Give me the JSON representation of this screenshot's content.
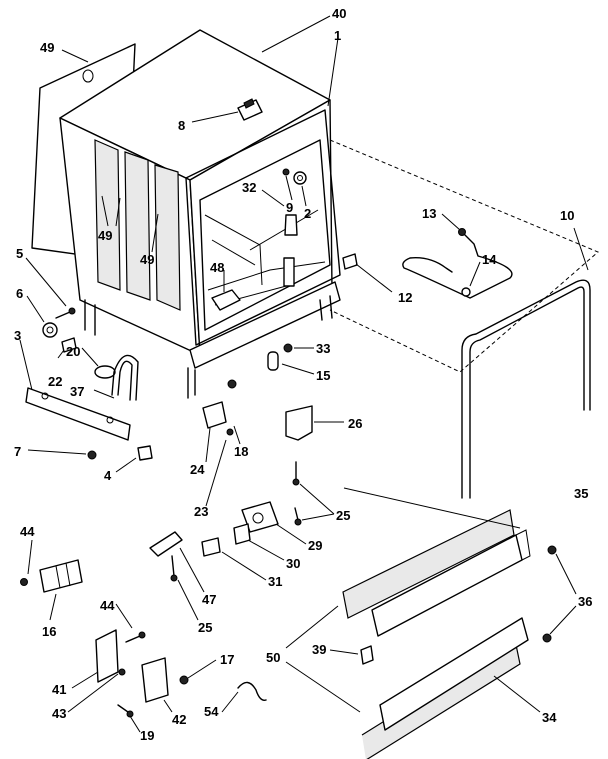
{
  "labels": {
    "l40": "40",
    "l1": "1",
    "l49a": "49",
    "l8": "8",
    "l49b": "49",
    "l49c": "49",
    "l32": "32",
    "l9": "9",
    "l2": "2",
    "l13": "13",
    "l10": "10",
    "l14": "14",
    "l48": "48",
    "l12": "12",
    "l5": "5",
    "l6": "6",
    "l3": "3",
    "l20": "20",
    "l22": "22",
    "l37": "37",
    "l33": "33",
    "l15": "15",
    "l26": "26",
    "l7": "7",
    "l4": "4",
    "l24": "24",
    "l18": "18",
    "l23": "23",
    "l25a": "25",
    "l25b": "25",
    "l35": "35",
    "l29": "29",
    "l30": "30",
    "l31": "31",
    "l47": "47",
    "l44a": "44",
    "l44b": "44",
    "l16": "16",
    "l36": "36",
    "l50": "50",
    "l39": "39",
    "l17": "17",
    "l41": "41",
    "l43": "43",
    "l42": "42",
    "l54": "54",
    "l19": "19",
    "l34": "34"
  }
}
